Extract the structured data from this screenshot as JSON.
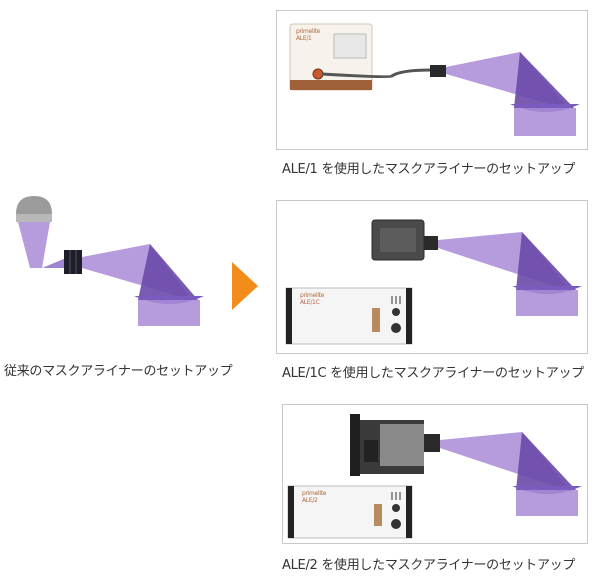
{
  "left": {
    "caption": "従来のマスクアライナーのセットアップ"
  },
  "arrow": {
    "color": "#f28c1a"
  },
  "panels": [
    {
      "caption": "ALE/1 を使用したマスクアライナーのセットアップ",
      "device_brand": "primelite",
      "device_model": "ALE/1"
    },
    {
      "caption": "ALE/1C を使用したマスクアライナーのセットアップ",
      "controller_brand": "primelite",
      "controller_model": "ALE/1C"
    },
    {
      "caption": "ALE/2 を使用したマスクアライナーのセットアップ",
      "controller_brand": "primelite",
      "controller_model": "ALE/2"
    }
  ],
  "colors": {
    "beam": "#a98bd6",
    "beam_dark": "#6a4aa8",
    "lens": "#b79de0",
    "lens_dark": "#7a5cc0",
    "orange": "#f28c1a"
  }
}
